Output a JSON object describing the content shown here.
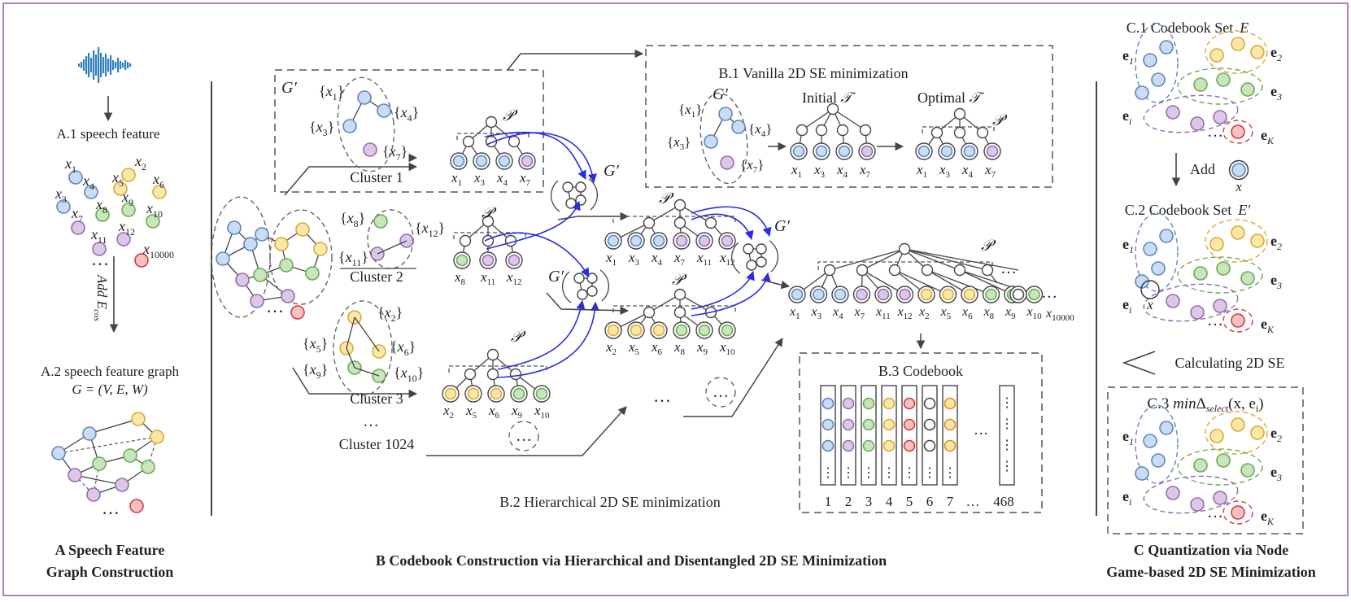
{
  "panels": {
    "A": {
      "title_line1": "A Speech Feature",
      "title_line2": "Graph Construction",
      "a1_label": "A.1 speech feature",
      "add_label": "Add E",
      "add_sub": "cos",
      "a2_label": "A.2 speech feature graph",
      "a2_formula": "G = (V, E, W)",
      "feature_labels": [
        {
          "t": "x",
          "s": "1"
        },
        {
          "t": "x",
          "s": "2"
        },
        {
          "t": "x",
          "s": "3"
        },
        {
          "t": "x",
          "s": "4"
        },
        {
          "t": "x",
          "s": "5"
        },
        {
          "t": "x",
          "s": "6"
        },
        {
          "t": "x",
          "s": "7"
        },
        {
          "t": "x",
          "s": "8"
        },
        {
          "t": "x",
          "s": "9"
        },
        {
          "t": "x",
          "s": "10"
        },
        {
          "t": "x",
          "s": "11"
        },
        {
          "t": "x",
          "s": "12"
        },
        {
          "t": "x",
          "s": "10000"
        }
      ],
      "ellipsis": "…"
    },
    "B": {
      "title": "B Codebook Construction via Hierarchical and Disentangled 2D SE Minimization",
      "b1_label": "B.1 Vanilla 2D SE minimization",
      "b2_label": "B.2 Hierarchical 2D SE minimization",
      "b3_label": "B.3 Codebook",
      "initial_label": "Initial",
      "optimal_label": "Optimal",
      "tree_symbol": "𝒯",
      "partition_symbol": "𝒫′",
      "graph_symbol": "G′",
      "clusters": [
        "Cluster 1",
        "Cluster 2",
        "Cluster 3",
        "Cluster 1024"
      ],
      "set_labels": {
        "c1": [
          "{x1}",
          "{x4}",
          "{x3}",
          "{x7}"
        ],
        "c2": [
          "{x8}",
          "{x12}",
          "{x11}"
        ],
        "c3": [
          "{x2}",
          "{x5}",
          "{x6}",
          "{x9}",
          "{x10}"
        ]
      },
      "leaf_rows": {
        "c1": [
          "1",
          "3",
          "4",
          "7"
        ],
        "c2": [
          "8",
          "11",
          "12"
        ],
        "c3": [
          "2",
          "5",
          "6",
          "9",
          "10"
        ],
        "merged12": [
          "1",
          "3",
          "4",
          "7",
          "11",
          "12"
        ],
        "merged3": [
          "2",
          "5",
          "6",
          "8",
          "9",
          "10"
        ],
        "final": [
          "1",
          "3",
          "4",
          "7",
          "11",
          "12",
          "2",
          "5",
          "6",
          "8",
          "9",
          "10"
        ],
        "final_last": "10000"
      },
      "codebook_numbers": [
        "1",
        "2",
        "3",
        "4",
        "5",
        "6",
        "7",
        "…",
        "468"
      ],
      "ellipsis": "…"
    },
    "C": {
      "title_line1": "C Quantization via Node",
      "title_line2": "Game-based 2D SE Minimization",
      "c1_label": "C.1 Codebook Set",
      "c1_symbol": "E",
      "c2_label": "C.2 Codebook Set",
      "c2_symbol": "E′",
      "add_label": "Add",
      "x_label": "x",
      "calc_label": "Calculating 2D SE",
      "c3_label": "min",
      "c3_formula": "Δselect(x, ei)",
      "c3_delta": "Δ",
      "c3_sub": "select",
      "c3_args": "(x, e",
      "c3_args_sub": "i",
      "c3_close": ")",
      "e_labels": [
        "e1",
        "e2",
        "e3",
        "ei",
        "eK"
      ],
      "ellipsis": "…"
    }
  },
  "colors": {
    "blue_fill": "#c9dcf2",
    "blue_stroke": "#5d86c2",
    "yellow_fill": "#fbe7a6",
    "yellow_stroke": "#d9a93a",
    "green_fill": "#c9e5bd",
    "green_stroke": "#6aab54",
    "purple_fill": "#dcc8e6",
    "purple_stroke": "#956cae",
    "red_fill": "#f6c1c1",
    "red_stroke": "#d33b3b",
    "arrow_blue": "#2b2ee0",
    "frame": "#a784c2"
  }
}
